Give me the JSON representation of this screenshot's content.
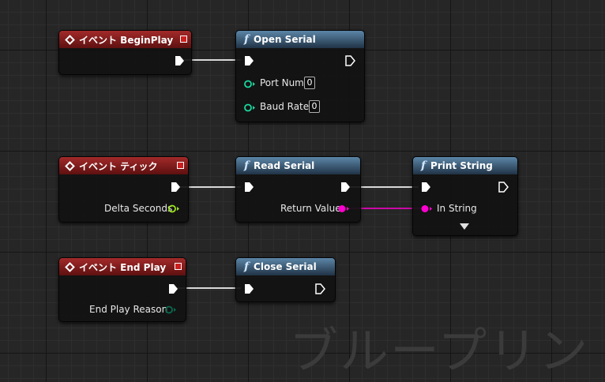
{
  "watermark": "ブループリン",
  "colors": {
    "event_header": "#a32a2a",
    "function_header": "#5c86a8",
    "exec_wire": "#d9d9d9",
    "string_wire": "#ff00d0",
    "integer_pin": "#1ad9a0",
    "float_pin": "#9de51a",
    "enum_pin": "#0a6b50"
  },
  "nodes": {
    "begin_play": {
      "title": "イベント BeginPlay",
      "icon": "event-diamond-icon"
    },
    "open_serial": {
      "title": "Open Serial",
      "icon": "function-icon",
      "pins": {
        "port_num": {
          "label": "Port Num",
          "value": "0"
        },
        "baud_rate": {
          "label": "Baud Rate",
          "value": "0"
        }
      }
    },
    "event_tick": {
      "title": "イベント ティック",
      "icon": "event-diamond-icon",
      "pins": {
        "delta_seconds": "Delta Seconds"
      }
    },
    "read_serial": {
      "title": "Read Serial",
      "icon": "function-icon",
      "pins": {
        "return_value": "Return Value"
      }
    },
    "print_string": {
      "title": "Print String",
      "icon": "function-icon",
      "pins": {
        "in_string": "In String"
      }
    },
    "end_play": {
      "title": "イベント End Play",
      "icon": "event-diamond-icon",
      "pins": {
        "end_play_reason": "End Play Reason"
      }
    },
    "close_serial": {
      "title": "Close Serial",
      "icon": "function-icon"
    }
  }
}
